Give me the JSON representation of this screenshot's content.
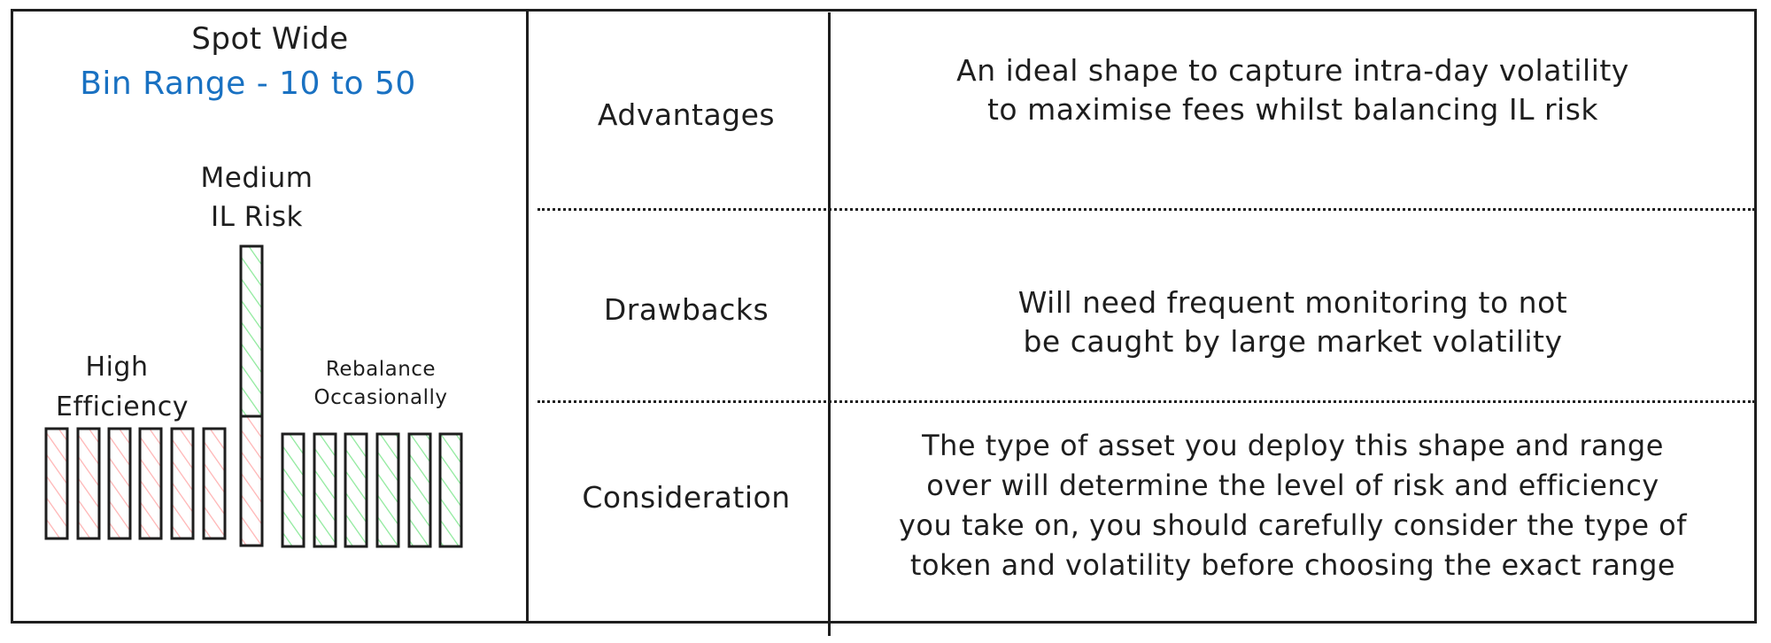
{
  "left_panel": {
    "title": "Spot Wide",
    "subtitle": "Bin Range - 10 to 50",
    "label_middle": [
      "Medium",
      "IL Risk"
    ],
    "label_left": [
      "High",
      "Efficiency"
    ],
    "label_right": [
      "Rebalance",
      "Occasionally"
    ]
  },
  "rows": [
    {
      "heading": "Advantages",
      "text": [
        "An ideal shape to capture intra-day volatility",
        "to maximise fees whilst balancing IL risk"
      ]
    },
    {
      "heading": "Drawbacks",
      "text": [
        "Will need frequent monitoring to not",
        "be caught by large market volatility"
      ]
    },
    {
      "heading": "Consideration",
      "text": [
        "The type of asset you deploy this shape and range",
        "over will determine the level of risk and efficiency",
        "you take on, you should carefully consider the type of",
        "token and volatility before choosing the exact range"
      ]
    }
  ],
  "colors": {
    "stroke": "#1e1e1e",
    "subtitle": "#1971c2",
    "red_hatch": "#ffb3b3",
    "green_hatch": "#8ce99a"
  }
}
